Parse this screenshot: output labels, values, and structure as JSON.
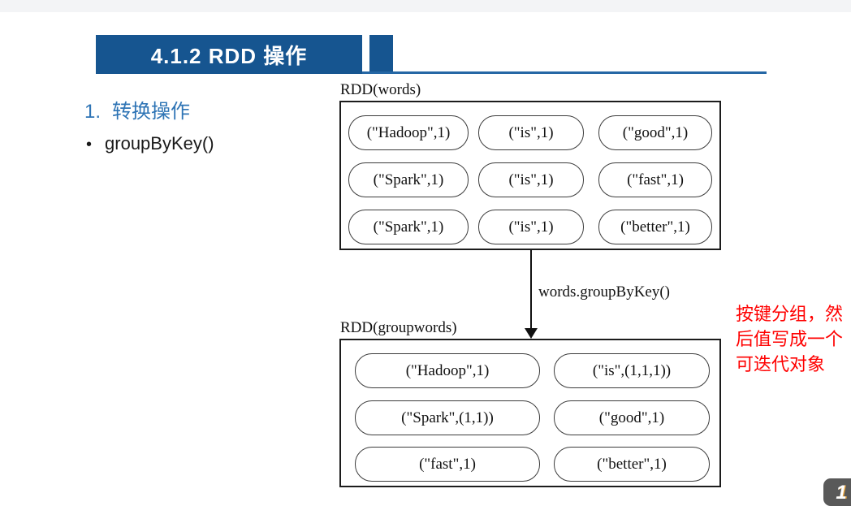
{
  "header": {
    "title": "4.1.2 RDD 操作"
  },
  "content": {
    "section_number": "1.",
    "section_title": "转换操作",
    "bullet_marker": "•",
    "bullet_text": "groupByKey()"
  },
  "diagram": {
    "words": {
      "label": "RDD(words)",
      "items": [
        "(\"Hadoop\",1)",
        "(\"is\",1)",
        "(\"good\",1)",
        "(\"Spark\",1)",
        "(\"is\",1)",
        "(\"fast\",1)",
        "(\"Spark\",1)",
        "(\"is\",1)",
        "(\"better\",1)"
      ]
    },
    "arrow_label": "words.groupByKey()",
    "groupwords": {
      "label": "RDD(groupwords)",
      "items": [
        "(\"Hadoop\",1)",
        "(\"is\",(1,1,1))",
        "(\"Spark\",(1,1))",
        "(\"good\",1)",
        "(\"fast\",1)",
        "(\"better\",1)"
      ]
    }
  },
  "annotation": {
    "lines": [
      "按键分组，然",
      "后值写成一个",
      "可迭代对象"
    ]
  },
  "footer": {
    "page_number": "1"
  },
  "colors": {
    "title_bg": "#165590",
    "title_text": "#ffffff",
    "accent_line": "#2567a5",
    "heading_text": "#2e74b5",
    "annotation_text": "#ff0000",
    "page_box_bg": "#595959",
    "diagram_stroke": "#1c1c1c"
  }
}
